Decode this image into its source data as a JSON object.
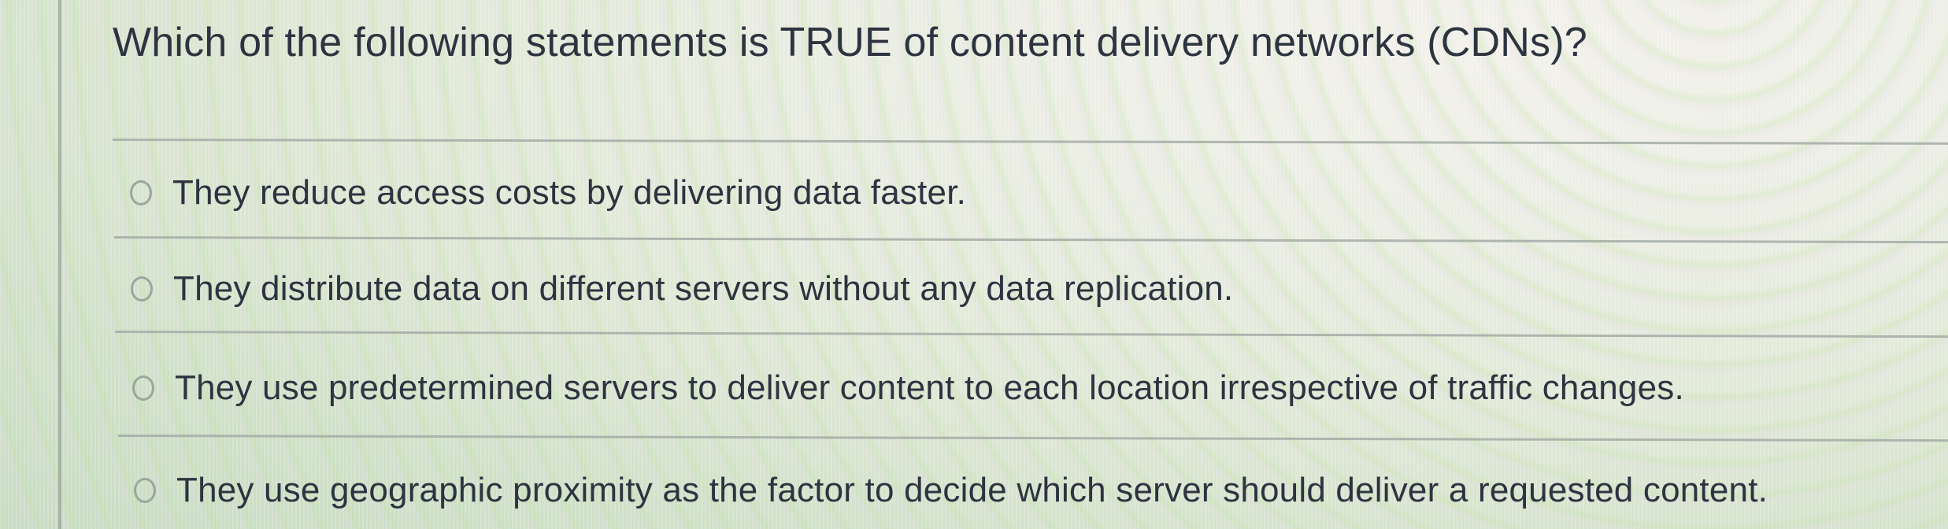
{
  "question": {
    "text": "Which of the following statements is TRUE of content delivery networks (CDNs)?"
  },
  "options": [
    {
      "label": "They reduce access costs by delivering data faster.",
      "selected": false
    },
    {
      "label": "They distribute data on different servers without any data replication.",
      "selected": false
    },
    {
      "label": "They use predetermined servers to deliver content to each location irrespective of traffic changes.",
      "selected": false
    },
    {
      "label": "They use geographic proximity as the factor to decide which server should deliver a requested content.",
      "selected": false
    }
  ],
  "icons": {
    "radio": "radio-unchecked-icon"
  },
  "colors": {
    "text": "#2d3440",
    "divider": "#a3aba6",
    "radio_border": "#9aa69e"
  }
}
